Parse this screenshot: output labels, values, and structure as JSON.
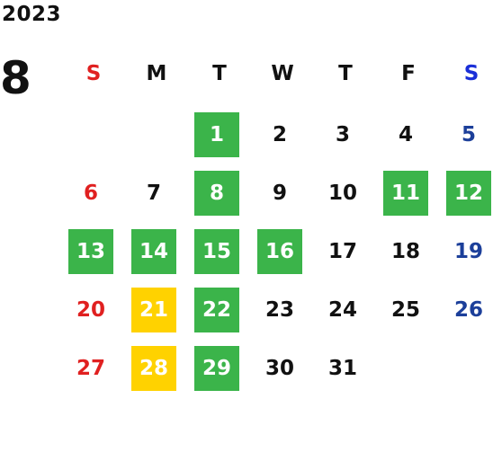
{
  "calendar": {
    "year": "2023",
    "month": "8",
    "weekdays": [
      {
        "label": "S",
        "color": "#e02020"
      },
      {
        "label": "M",
        "color": "#111111"
      },
      {
        "label": "T",
        "color": "#111111"
      },
      {
        "label": "W",
        "color": "#111111"
      },
      {
        "label": "T",
        "color": "#111111"
      },
      {
        "label": "F",
        "color": "#111111"
      },
      {
        "label": "S",
        "color": "#1a2fd8"
      }
    ],
    "colors": {
      "green": "#3bb44a",
      "yellow": "#ffd200",
      "sunday": "#e02020",
      "saturday": "#1c3f9a"
    },
    "weeks": [
      [
        null,
        null,
        {
          "day": "1",
          "highlight": "green"
        },
        {
          "day": "2"
        },
        {
          "day": "3"
        },
        {
          "day": "4"
        },
        {
          "day": "5"
        }
      ],
      [
        {
          "day": "6"
        },
        {
          "day": "7"
        },
        {
          "day": "8",
          "highlight": "green"
        },
        {
          "day": "9"
        },
        {
          "day": "10"
        },
        {
          "day": "11",
          "highlight": "green"
        },
        {
          "day": "12",
          "highlight": "green"
        }
      ],
      [
        {
          "day": "13",
          "highlight": "green"
        },
        {
          "day": "14",
          "highlight": "green"
        },
        {
          "day": "15",
          "highlight": "green"
        },
        {
          "day": "16",
          "highlight": "green"
        },
        {
          "day": "17"
        },
        {
          "day": "18"
        },
        {
          "day": "19"
        }
      ],
      [
        {
          "day": "20"
        },
        {
          "day": "21",
          "highlight": "yellow"
        },
        {
          "day": "22",
          "highlight": "green"
        },
        {
          "day": "23"
        },
        {
          "day": "24"
        },
        {
          "day": "25"
        },
        {
          "day": "26"
        }
      ],
      [
        {
          "day": "27"
        },
        {
          "day": "28",
          "highlight": "yellow"
        },
        {
          "day": "29",
          "highlight": "green"
        },
        {
          "day": "30"
        },
        {
          "day": "31"
        },
        null,
        null
      ]
    ]
  }
}
